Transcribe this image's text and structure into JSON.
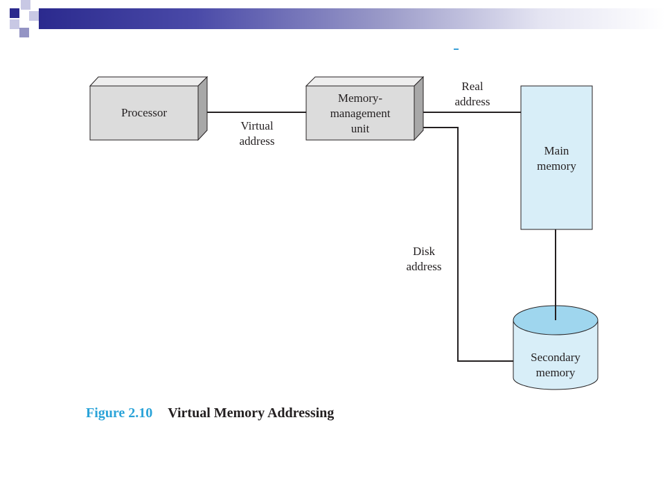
{
  "nodes": {
    "processor": "Processor",
    "mmu_line1": "Memory-",
    "mmu_line2": "management",
    "mmu_line3": "unit",
    "main_memory_line1": "Main",
    "main_memory_line2": "memory",
    "secondary_memory_line1": "Secondary",
    "secondary_memory_line2": "memory"
  },
  "edges": {
    "virtual_line1": "Virtual",
    "virtual_line2": "address",
    "real_line1": "Real",
    "real_line2": "address",
    "disk_line1": "Disk",
    "disk_line2": "address"
  },
  "caption": {
    "number": "Figure 2.10",
    "title": "Virtual Memory Addressing"
  },
  "colors": {
    "header_dark": "#2b2a8e",
    "box_fill": "#dcdcdc",
    "memory_fill": "#d8eef8",
    "disk_top": "#9fd6ee",
    "caption_number": "#2aa3d8"
  }
}
